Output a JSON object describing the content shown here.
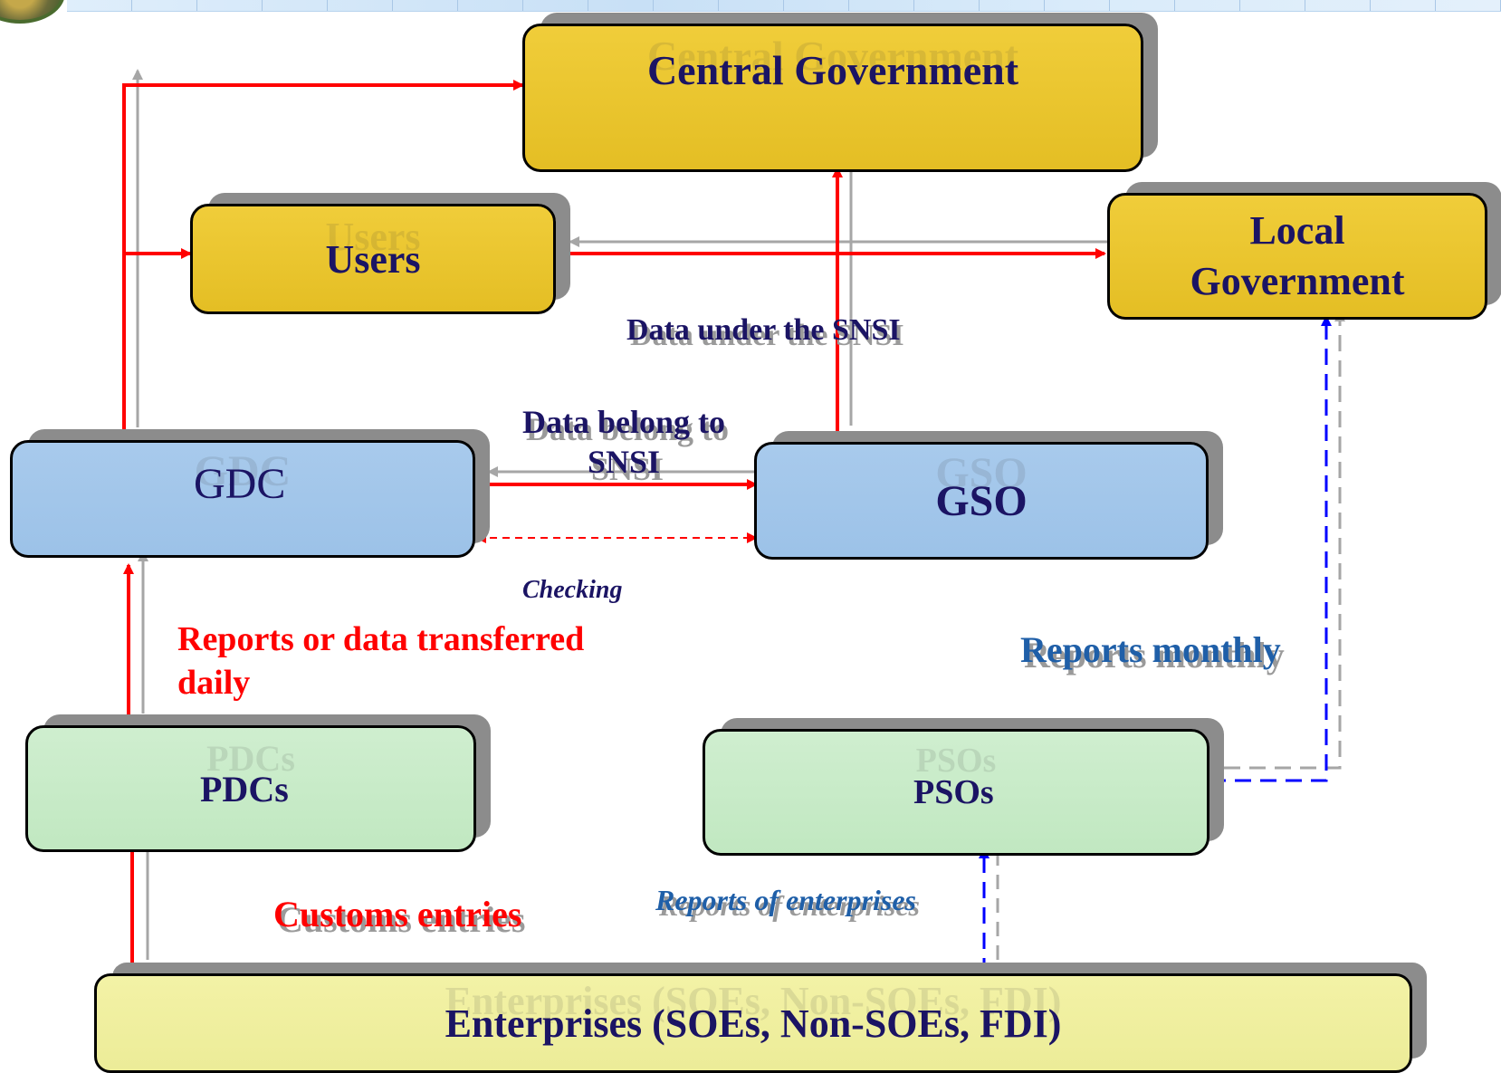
{
  "boxes": {
    "central_government": "Central Government",
    "users": "Users",
    "local_government": [
      "Local",
      "Government"
    ],
    "gdc": "GDC",
    "gso": "GSO",
    "pdcs": "PDCs",
    "psos": "PSOs",
    "enterprises": "Enterprises (SOEs, Non-SOEs, FDI)"
  },
  "labels": {
    "data_under_snsi": "Data under the SNSI",
    "data_belong_to_snsi": [
      "Data belong to",
      "SNSI"
    ],
    "checking": "Checking",
    "reports_daily": [
      "Reports or data transferred",
      "daily"
    ],
    "reports_monthly": "Reports monthly",
    "customs_entries": "Customs entries",
    "reports_of_enterprises": "Reports of enterprises"
  },
  "colors": {
    "box_text": "#1b1464",
    "box_central_gov_fill": "#e8c22c",
    "box_gdc_fill": "#9fc4ea",
    "box_pdc_fill": "#c4e9c4",
    "box_enterprises_fill": "#eeee9a",
    "red_flow": "#ff0000",
    "blue_flow": "#0000ff",
    "gray_flow": "#a6a6a6",
    "reports_label_blue": "#1f5fa8"
  }
}
